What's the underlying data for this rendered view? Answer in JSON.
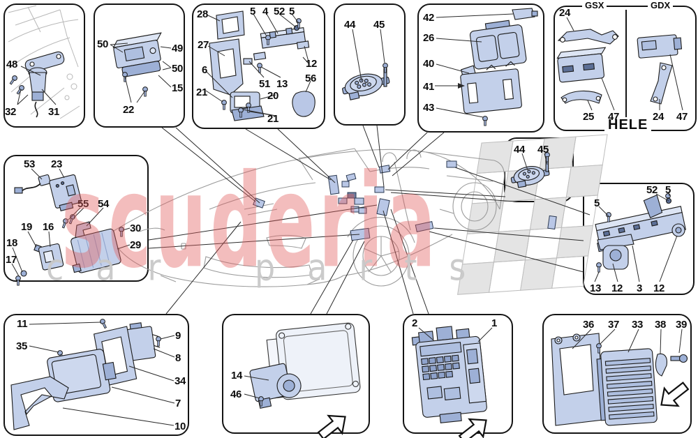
{
  "watermark": {
    "brand": "scuderia",
    "tagline": "car parts",
    "brand_color": "#e25c5c",
    "tagline_color": "#c9c9c9"
  },
  "sections": {
    "gsx_label": "GSX",
    "gdx_label": "GDX",
    "hele_label": "HELE"
  },
  "colors": {
    "component_fill": "#c3d0ea",
    "component_shade": "#9db0d6",
    "outline": "#1a1a1a",
    "car_line": "#9b9b9b",
    "checker_gray": "#e4e4e4"
  },
  "panels": {
    "chassis_sensor": {
      "parts": [
        "48",
        "32",
        "31"
      ]
    },
    "crash_sensor_bracket": {
      "parts": [
        "50",
        "49",
        "50",
        "15",
        "22"
      ]
    },
    "dashboard_mounts": {
      "parts": [
        "28",
        "5",
        "4",
        "52",
        "5",
        "27",
        "6",
        "12",
        "51",
        "13",
        "56",
        "21",
        "20",
        "21"
      ]
    },
    "siren_front": {
      "parts": [
        "44",
        "45"
      ]
    },
    "ecu_with_bracket": {
      "parts": [
        "42",
        "26",
        "40",
        "41",
        "43"
      ]
    },
    "hele_gsx": {
      "parts": [
        "24",
        "25",
        "47"
      ]
    },
    "hele_gdx": {
      "parts": [
        "24",
        "47"
      ]
    },
    "control_units_left": {
      "parts": [
        "53",
        "23",
        "55",
        "54",
        "19",
        "16",
        "18",
        "17",
        "30",
        "29"
      ]
    },
    "siren_rear": {
      "parts": [
        "44",
        "45"
      ]
    },
    "sill_rail": {
      "parts": [
        "52",
        "5",
        "5",
        "13",
        "12",
        "3",
        "12"
      ]
    },
    "radar_assembly": {
      "parts": [
        "11",
        "35",
        "9",
        "8",
        "34",
        "7",
        "10"
      ]
    },
    "actuator_module": {
      "parts": [
        "14",
        "46"
      ]
    },
    "body_computer": {
      "parts": [
        "2",
        "1"
      ]
    },
    "engine_ecu": {
      "parts": [
        "36",
        "37",
        "33",
        "38",
        "39"
      ]
    }
  }
}
